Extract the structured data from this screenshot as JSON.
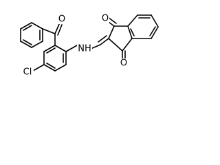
{
  "structure": {
    "atoms": {
      "o_benzoyl": "O",
      "o_indandione_top": "O",
      "o_indandione_bottom": "O",
      "amine": "NH",
      "chlorine": "Cl"
    }
  }
}
